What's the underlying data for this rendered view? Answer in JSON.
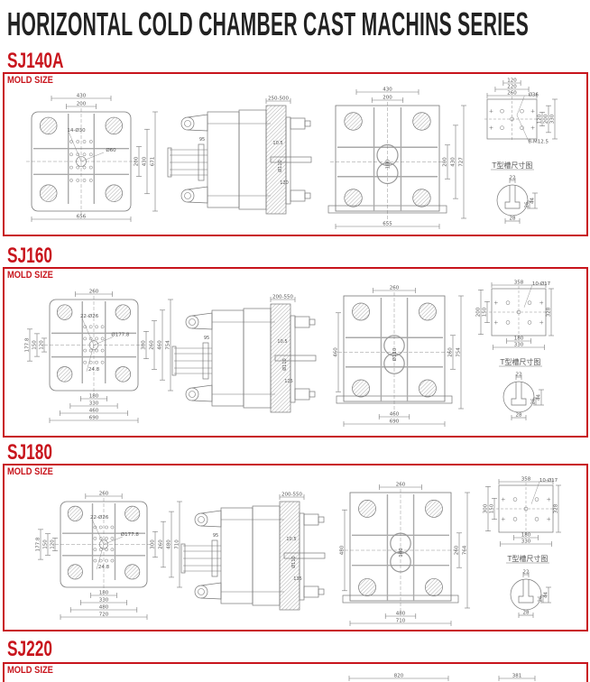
{
  "page": {
    "title": "HORIZONTAL COLD CHAMBER CAST MACHINS SERIES"
  },
  "colors": {
    "accent": "#c8141c",
    "title": "#222222",
    "drawing_line": "#777777"
  },
  "sections": [
    {
      "model": "SJ140A",
      "mold_label": "MOLD SIZE",
      "front_plate": {
        "top": [
          "200",
          "430"
        ],
        "right": [
          "200",
          "430",
          "671"
        ],
        "bottom": [
          "656"
        ],
        "left": [],
        "callouts": [
          "14-Ø30",
          "Ø60"
        ]
      },
      "side_view": {
        "stroke": "250-500",
        "labels": [
          "95",
          "10.5",
          "Ø110",
          "120"
        ]
      },
      "fixed_plate": {
        "top": [
          "200",
          "430"
        ],
        "right": [
          "200",
          "430",
          "727"
        ],
        "bottom": [
          "655"
        ],
        "left": [],
        "center": "100"
      },
      "tie_plate": {
        "top": [
          "120",
          "220",
          "260"
        ],
        "right": [
          "120",
          "200",
          "330"
        ],
        "left": [],
        "bottom": [],
        "callouts": [
          "Ø36",
          "8-M12.5"
        ]
      },
      "t_slot": {
        "title": "T型槽尺寸图",
        "labels": [
          "22",
          "44",
          "26",
          "28"
        ]
      }
    },
    {
      "model": "SJ160",
      "mold_label": "MOLD SIZE",
      "front_plate": {
        "top": [
          "260"
        ],
        "right": [
          "300",
          "260",
          "460",
          "754"
        ],
        "bottom": [
          "180",
          "330",
          "460",
          "690"
        ],
        "left": [
          "120",
          "150",
          "177.8"
        ],
        "callouts": [
          "22-Ø26",
          "Ø177.8",
          "24.8"
        ]
      },
      "side_view": {
        "stroke": "200-550",
        "labels": [
          "95",
          "10.5",
          "Ø110",
          "125"
        ]
      },
      "fixed_plate": {
        "top": [
          "260"
        ],
        "right": [
          "260",
          "754"
        ],
        "bottom": [
          "460",
          "690"
        ],
        "left": [
          "460"
        ],
        "center": "Ø110"
      },
      "tie_plate": {
        "top": [
          "358"
        ],
        "right": [
          "328"
        ],
        "left": [
          "150",
          "200"
        ],
        "bottom": [
          "180",
          "330"
        ],
        "callouts": [
          "10-Ø17"
        ]
      },
      "t_slot": {
        "title": "T型槽尺寸图",
        "labels": [
          "22",
          "44",
          "26",
          "28"
        ]
      }
    },
    {
      "model": "SJ180",
      "mold_label": "MOLD SIZE",
      "front_plate": {
        "top": [
          "260"
        ],
        "right": [
          "300",
          "260",
          "480",
          "710"
        ],
        "bottom": [
          "180",
          "330",
          "480",
          "720"
        ],
        "left": [
          "120",
          "150",
          "177.8"
        ],
        "callouts": [
          "22-Ø26",
          "Ø177.8",
          "24.8"
        ]
      },
      "side_view": {
        "stroke": "200-550",
        "labels": [
          "95",
          "10.5",
          "Ø110",
          "135"
        ]
      },
      "fixed_plate": {
        "top": [
          "260"
        ],
        "right": [
          "260",
          "764"
        ],
        "bottom": [
          "480",
          "710"
        ],
        "left": [
          "480"
        ],
        "center": "140"
      },
      "tie_plate": {
        "top": [
          "358"
        ],
        "right": [
          "328"
        ],
        "left": [
          "150",
          "300"
        ],
        "bottom": [
          "180",
          "330"
        ],
        "callouts": [
          "10-Ø17"
        ]
      },
      "t_slot": {
        "title": "T型槽尺寸图",
        "labels": [
          "22",
          "44",
          "26",
          "28"
        ]
      }
    },
    {
      "model": "SJ220",
      "mold_label": "MOLD SIZE",
      "fixed_plate": {
        "top": [
          "820"
        ],
        "right": [],
        "bottom": [],
        "left": []
      },
      "tie_plate": {
        "top": [
          "381"
        ],
        "right": [],
        "left": [],
        "bottom": [],
        "callouts": []
      }
    }
  ]
}
